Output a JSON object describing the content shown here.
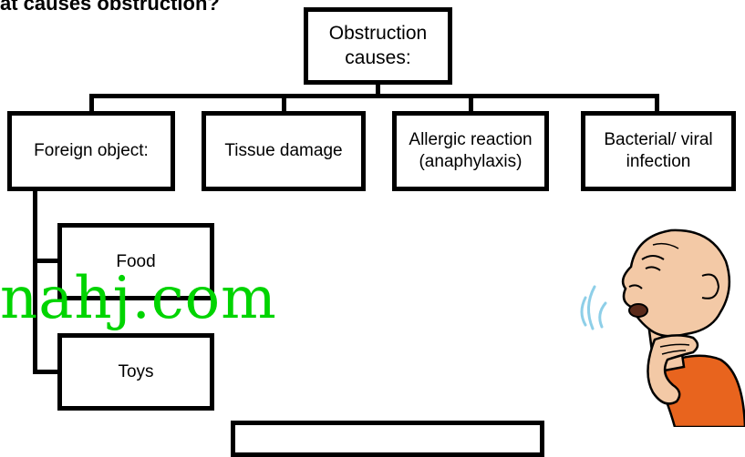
{
  "heading": "at causes obstruction?",
  "root": {
    "label": "Obstruction\ncauses:"
  },
  "causes": [
    {
      "label": "Foreign object:"
    },
    {
      "label": "Tissue damage"
    },
    {
      "label": "Allergic reaction\n(anaphylaxis)"
    },
    {
      "label": "Bacterial/ viral\ninfection"
    }
  ],
  "foreign_objects": [
    {
      "label": "Food"
    },
    {
      "label": "Toys"
    }
  ],
  "watermark": "nahj.com",
  "illustration": {
    "icon": "choking-man-icon",
    "shirt_color": "#e8641e",
    "skin_color": "#f3c9a6",
    "breath_color": "#8ecfe8"
  }
}
